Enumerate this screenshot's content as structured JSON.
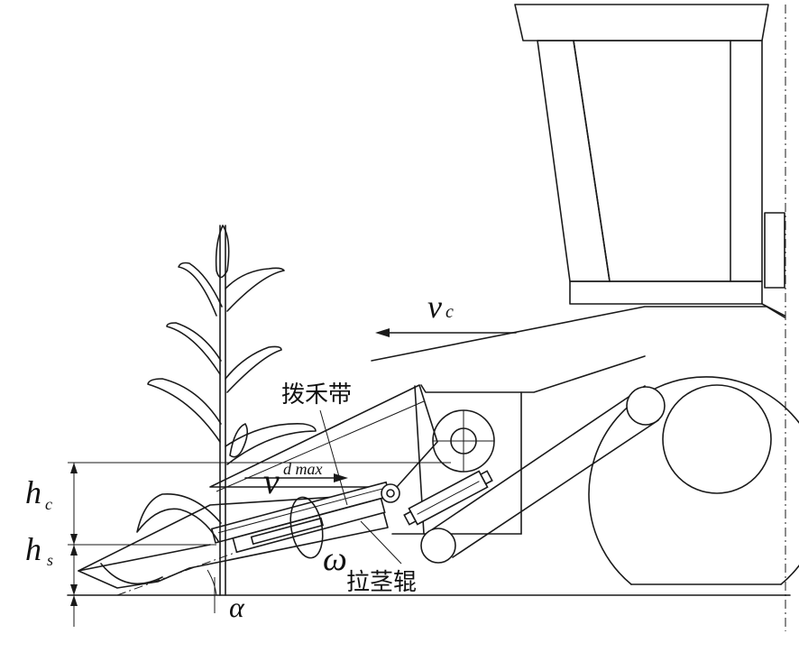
{
  "labels": {
    "vc_main": "v",
    "vc_sub": "c",
    "vd_main": "v",
    "vd_sub": "d max",
    "hc_main": "h",
    "hc_sub": "c",
    "hs_main": "h",
    "hs_sub": "s",
    "omega": "ω",
    "alpha": "α",
    "gathering_belt": "拨禾带",
    "stalk_roller": "拉茎辊"
  },
  "colors": {
    "line": "#1a1a1a",
    "background": "#ffffff"
  }
}
